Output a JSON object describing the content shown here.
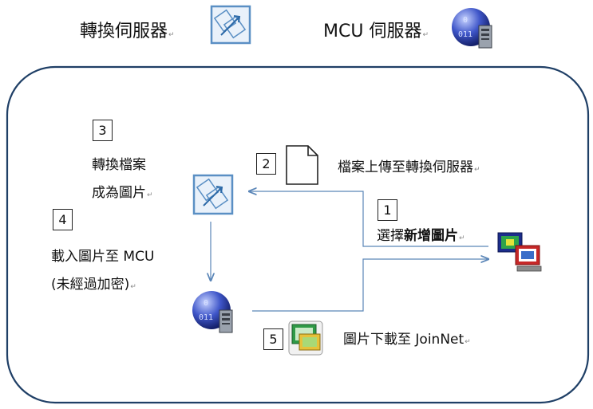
{
  "legend": {
    "conversion_server_label": "轉換伺服器",
    "mcu_server_label": "MCU 伺服器"
  },
  "steps": {
    "step1": {
      "number": "1",
      "prefix": "選擇",
      "bold": "新增圖片"
    },
    "step2": {
      "number": "2",
      "text": "檔案上傳至轉換伺服器"
    },
    "step3": {
      "number": "3",
      "line1": "轉換檔案",
      "line2": "成為圖片"
    },
    "step4": {
      "number": "4",
      "line1": "載入圖片至 MCU",
      "line2": "(未經過加密)"
    },
    "step5": {
      "number": "5",
      "text": "圖片下載至 JoinNet"
    }
  },
  "paragraph_mark": "↵",
  "colors": {
    "boundary": "#1f3f66",
    "arrow": "#5b86b8",
    "globe": "#3f56c9",
    "conversion_icon": "#5a8fc4",
    "joinnet_icon": "#7ab64a"
  }
}
